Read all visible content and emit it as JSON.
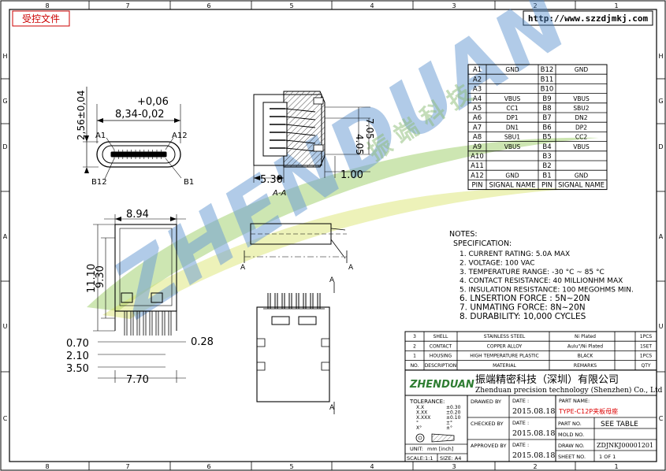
{
  "header": {
    "controlled_file": "受控文件",
    "url": "http://www.szzdjmkj.com"
  },
  "frame": {
    "cols_top": [
      "8",
      "7",
      "6",
      "5",
      "4",
      "3",
      "2",
      "1"
    ],
    "cols_bottom": [
      "8",
      "7",
      "6",
      "5",
      "4",
      "3",
      "2",
      "1"
    ],
    "rows": [
      "H",
      "G",
      "D",
      "A",
      "U",
      "C"
    ]
  },
  "watermark": {
    "logo_text": "ZHENDUAN",
    "cn_text": "振端科技"
  },
  "front_view": {
    "dim_tol_plus": "+0,06",
    "dim_width": "8,34-0,02",
    "dim_height": "2,56±0,04",
    "a1": "A1",
    "a12": "A12",
    "b12": "B12",
    "b1": "B1"
  },
  "section_view": {
    "dim_530": "5.30",
    "dim_100": "1.00",
    "dim_405": "4.05",
    "dim_705": "7.05",
    "label": "A-A"
  },
  "top_view": {
    "dim_894": "8.94",
    "dim_1110": "11.10",
    "dim_930": "9.30",
    "dim_070": "0.70",
    "dim_210": "2.10",
    "dim_350": "3.50",
    "dim_770": "7.70",
    "dim_028": "0.28"
  },
  "section_marks": {
    "a": "A"
  },
  "pin_table": {
    "rows": [
      [
        "A1",
        "GND",
        "B12",
        "GND"
      ],
      [
        "A2",
        "",
        "B11",
        ""
      ],
      [
        "A3",
        "",
        "B10",
        ""
      ],
      [
        "A4",
        "VBUS",
        "B9",
        "VBUS"
      ],
      [
        "A5",
        "CC1",
        "B8",
        "SBU2"
      ],
      [
        "A6",
        "DP1",
        "B7",
        "DN2"
      ],
      [
        "A7",
        "DN1",
        "B6",
        "DP2"
      ],
      [
        "A8",
        "SBU1",
        "B5",
        "CC2"
      ],
      [
        "A9",
        "VBUS",
        "B4",
        "VBUS"
      ],
      [
        "A10",
        "",
        "B3",
        ""
      ],
      [
        "A11",
        "",
        "B2",
        ""
      ],
      [
        "A12",
        "GND",
        "B1",
        "GND"
      ]
    ],
    "header": [
      "PIN",
      "SIGNAL NAME",
      "PIN",
      "SIGNAL NAME"
    ]
  },
  "notes": {
    "title": "NOTES:",
    "subtitle": "SPECIFICATION:",
    "items": [
      "1. CURRENT RATING: 5.0A MAX",
      "2. VOLTAGE: 100 VAC",
      "3. TEMPERATURE RANGE: -30 °C ~ 85 °C",
      "4. CONTACT RESISTANCE: 40 MILLIONHM MAX",
      "5. INSULATION RESISTANCE: 100 MEGOHMS MIN.",
      "6. LNSERTION FORCE : 5N~20N",
      "7. UNMATING FORCE: 8N~20N",
      "8. DURABILITY:    10,000 CYCLES"
    ]
  },
  "bom": {
    "rows": [
      [
        "3",
        "SHELL",
        "STAINLESS STEEL",
        "Ni Plated",
        "1PCS"
      ],
      [
        "2",
        "CONTACT",
        "COPPER ALLOY",
        "AuIu\"/Ni Plated",
        "1SET"
      ],
      [
        "1",
        "HOUSING",
        "HIGH TEMPERATURE PLASTIC",
        "BLACK",
        "1PCS"
      ]
    ],
    "header": [
      "NO.",
      "DESCRIPTION",
      "MATERIAL",
      "REMARKS",
      "QTY"
    ]
  },
  "title_block": {
    "company_cn": "振端精密科技（深圳）有限公司",
    "company_en": "Zhenduan precision technology (Shenzhen) Co., Ltd",
    "logo": "ZHENDUAN",
    "tolerance_title": "TOLERANCE:",
    "tolerances": [
      [
        "X.X",
        "±0.30"
      ],
      [
        "X.XX",
        "±0.20"
      ],
      [
        "X.XXX",
        "±0.10"
      ],
      [
        "°",
        "±°"
      ],
      [
        "X°",
        "±°"
      ]
    ],
    "unit_label": "UNIT:",
    "unit_value": "mm [inch]",
    "scale_label": "SCALE:1:1",
    "size_label": "SIZE: A4",
    "drawn_by": "DRAWED BY",
    "checked_by": "CHECKED BY",
    "approved_by": "APPROVED BY",
    "date_label": "DATE :",
    "date_1": "2015.08.18",
    "date_2": "2015.08.18",
    "date_3": "2015.08.18",
    "part_name_label": "PART NAME:",
    "part_name": "TYPE-C12P夹板母座",
    "part_no_label": "PART NO.",
    "part_no": "SEE TABLE",
    "mold_no_label": "MOLD NO.",
    "draw_no_label": "DRAW NO.",
    "draw_no": "ZDJNKJ00001201",
    "sheet_label": "SHEET NO.",
    "sheet": "1 OF 1"
  }
}
